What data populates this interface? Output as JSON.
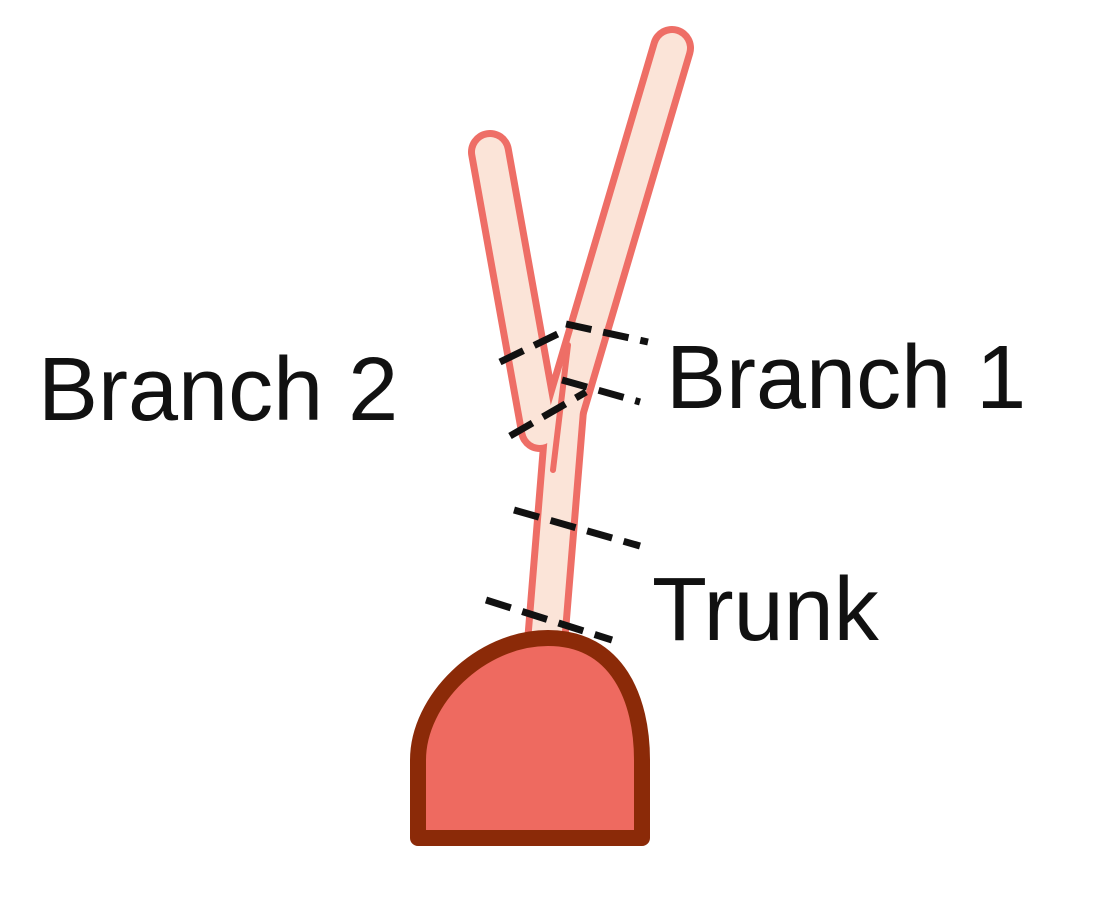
{
  "labels": {
    "branch_1": "Branch 1",
    "branch_2": "Branch 2",
    "trunk": "Trunk"
  },
  "colors": {
    "tube_fill": "#fbe4d8",
    "tube_outline": "#ee6e66",
    "base_fill": "#ee6a60",
    "base_outline": "#8b2a08",
    "dash_line": "#111111",
    "background": "#ffffff"
  }
}
